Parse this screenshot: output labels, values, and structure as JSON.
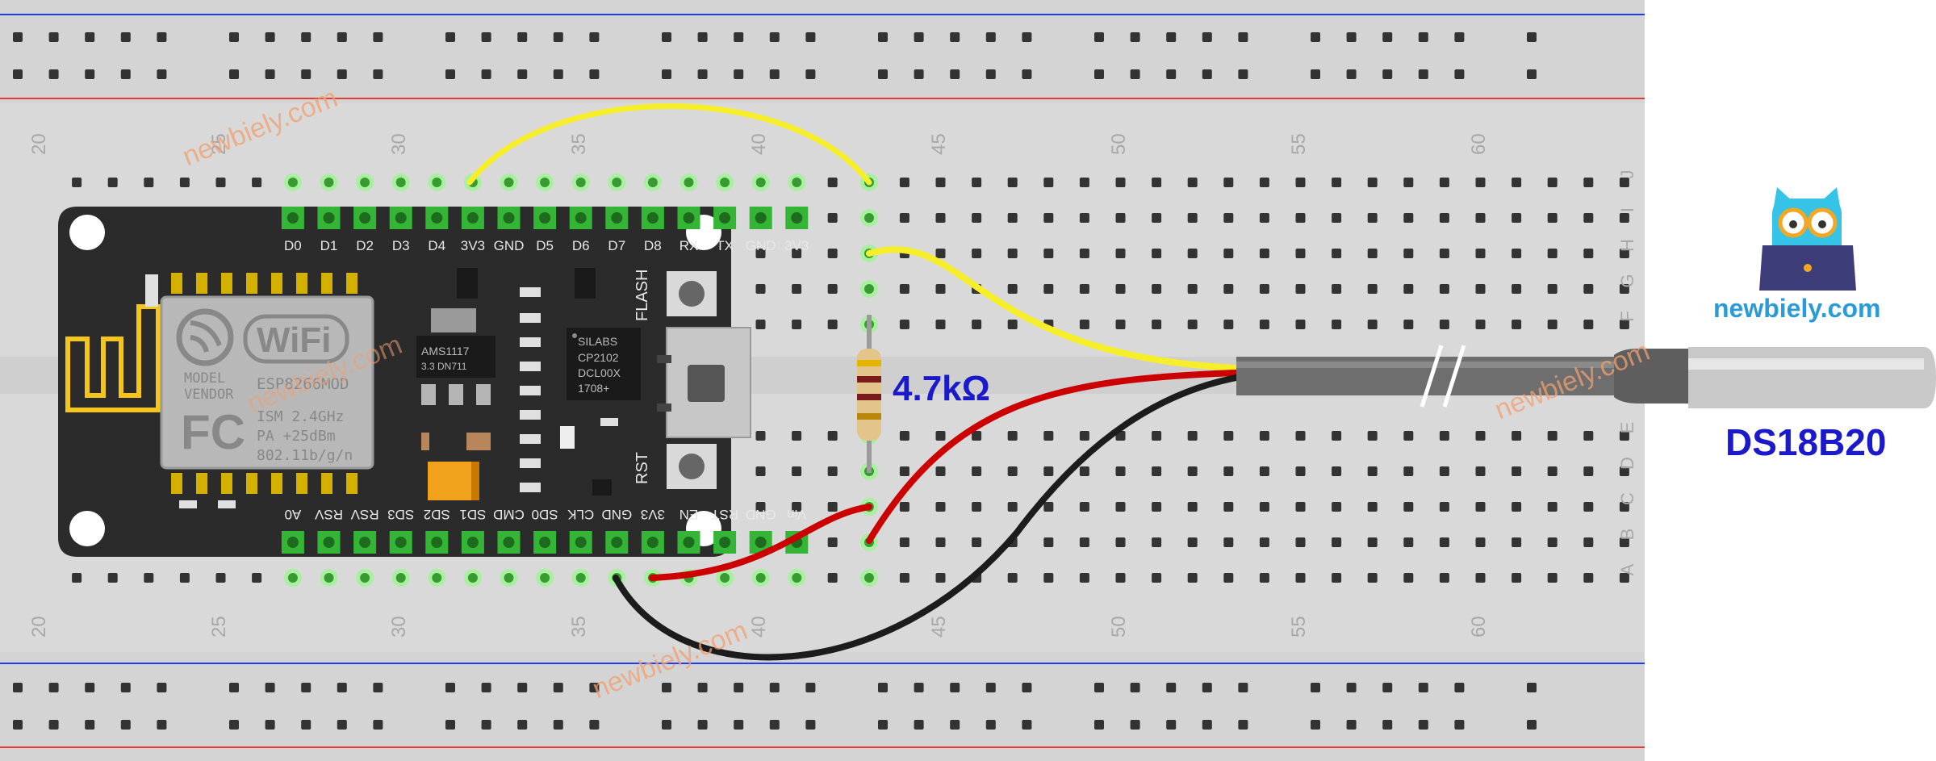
{
  "breadboard": {
    "column_numbers_top": [
      "20",
      "25",
      "30",
      "35",
      "40",
      "45",
      "50",
      "55",
      "60"
    ],
    "column_numbers_bottom": [
      "20",
      "25",
      "30",
      "35",
      "40",
      "45",
      "50",
      "55",
      "60"
    ],
    "row_letters": [
      "J",
      "I",
      "H",
      "G",
      "F",
      "E",
      "D",
      "C",
      "B",
      "A"
    ]
  },
  "nodemcu": {
    "top_pins": [
      "D0",
      "D1",
      "D2",
      "D3",
      "D4",
      "3V3",
      "GND",
      "D5",
      "D6",
      "D7",
      "D8",
      "RX",
      "TX",
      "GND",
      "3V3"
    ],
    "bottom_pins": [
      "A0",
      "RSV",
      "RSV",
      "SD3",
      "SD2",
      "SD1",
      "CMD",
      "SD0",
      "CLK",
      "GND",
      "3V3",
      "EN",
      "RST",
      "GND",
      "Vin"
    ],
    "wifi_logo": "WiFi",
    "module_lines": [
      "MODEL",
      "VENDOR",
      "ISM 2.4GHz",
      "PA  +25dBm",
      "802.11b/g/n"
    ],
    "module_model": "ESP8266MOD",
    "fc_mark": "FC",
    "regulator_text": [
      "AMS1117",
      "3.3  DN711"
    ],
    "usb_chip_text": [
      "SILABS",
      "CP2102",
      "DCL00X",
      "1708+"
    ],
    "flash_label": "FLASH",
    "rst_label": "RST"
  },
  "resistor": {
    "label": "4.7kΩ"
  },
  "sensor": {
    "label": "DS18B20"
  },
  "brand": {
    "name": "newbiely.com",
    "watermark": "newbiely.com"
  },
  "colors": {
    "board": "#d9d9d9",
    "rail_red": "#e53935",
    "rail_blue": "#1e3cf0",
    "wire_yellow": "#f7ee2a",
    "wire_red": "#cc0000",
    "wire_black": "#1c1c1c",
    "label_blue": "#1a1acc",
    "brand_blue": "#2a9bd8",
    "watermark": "#f0a070"
  }
}
